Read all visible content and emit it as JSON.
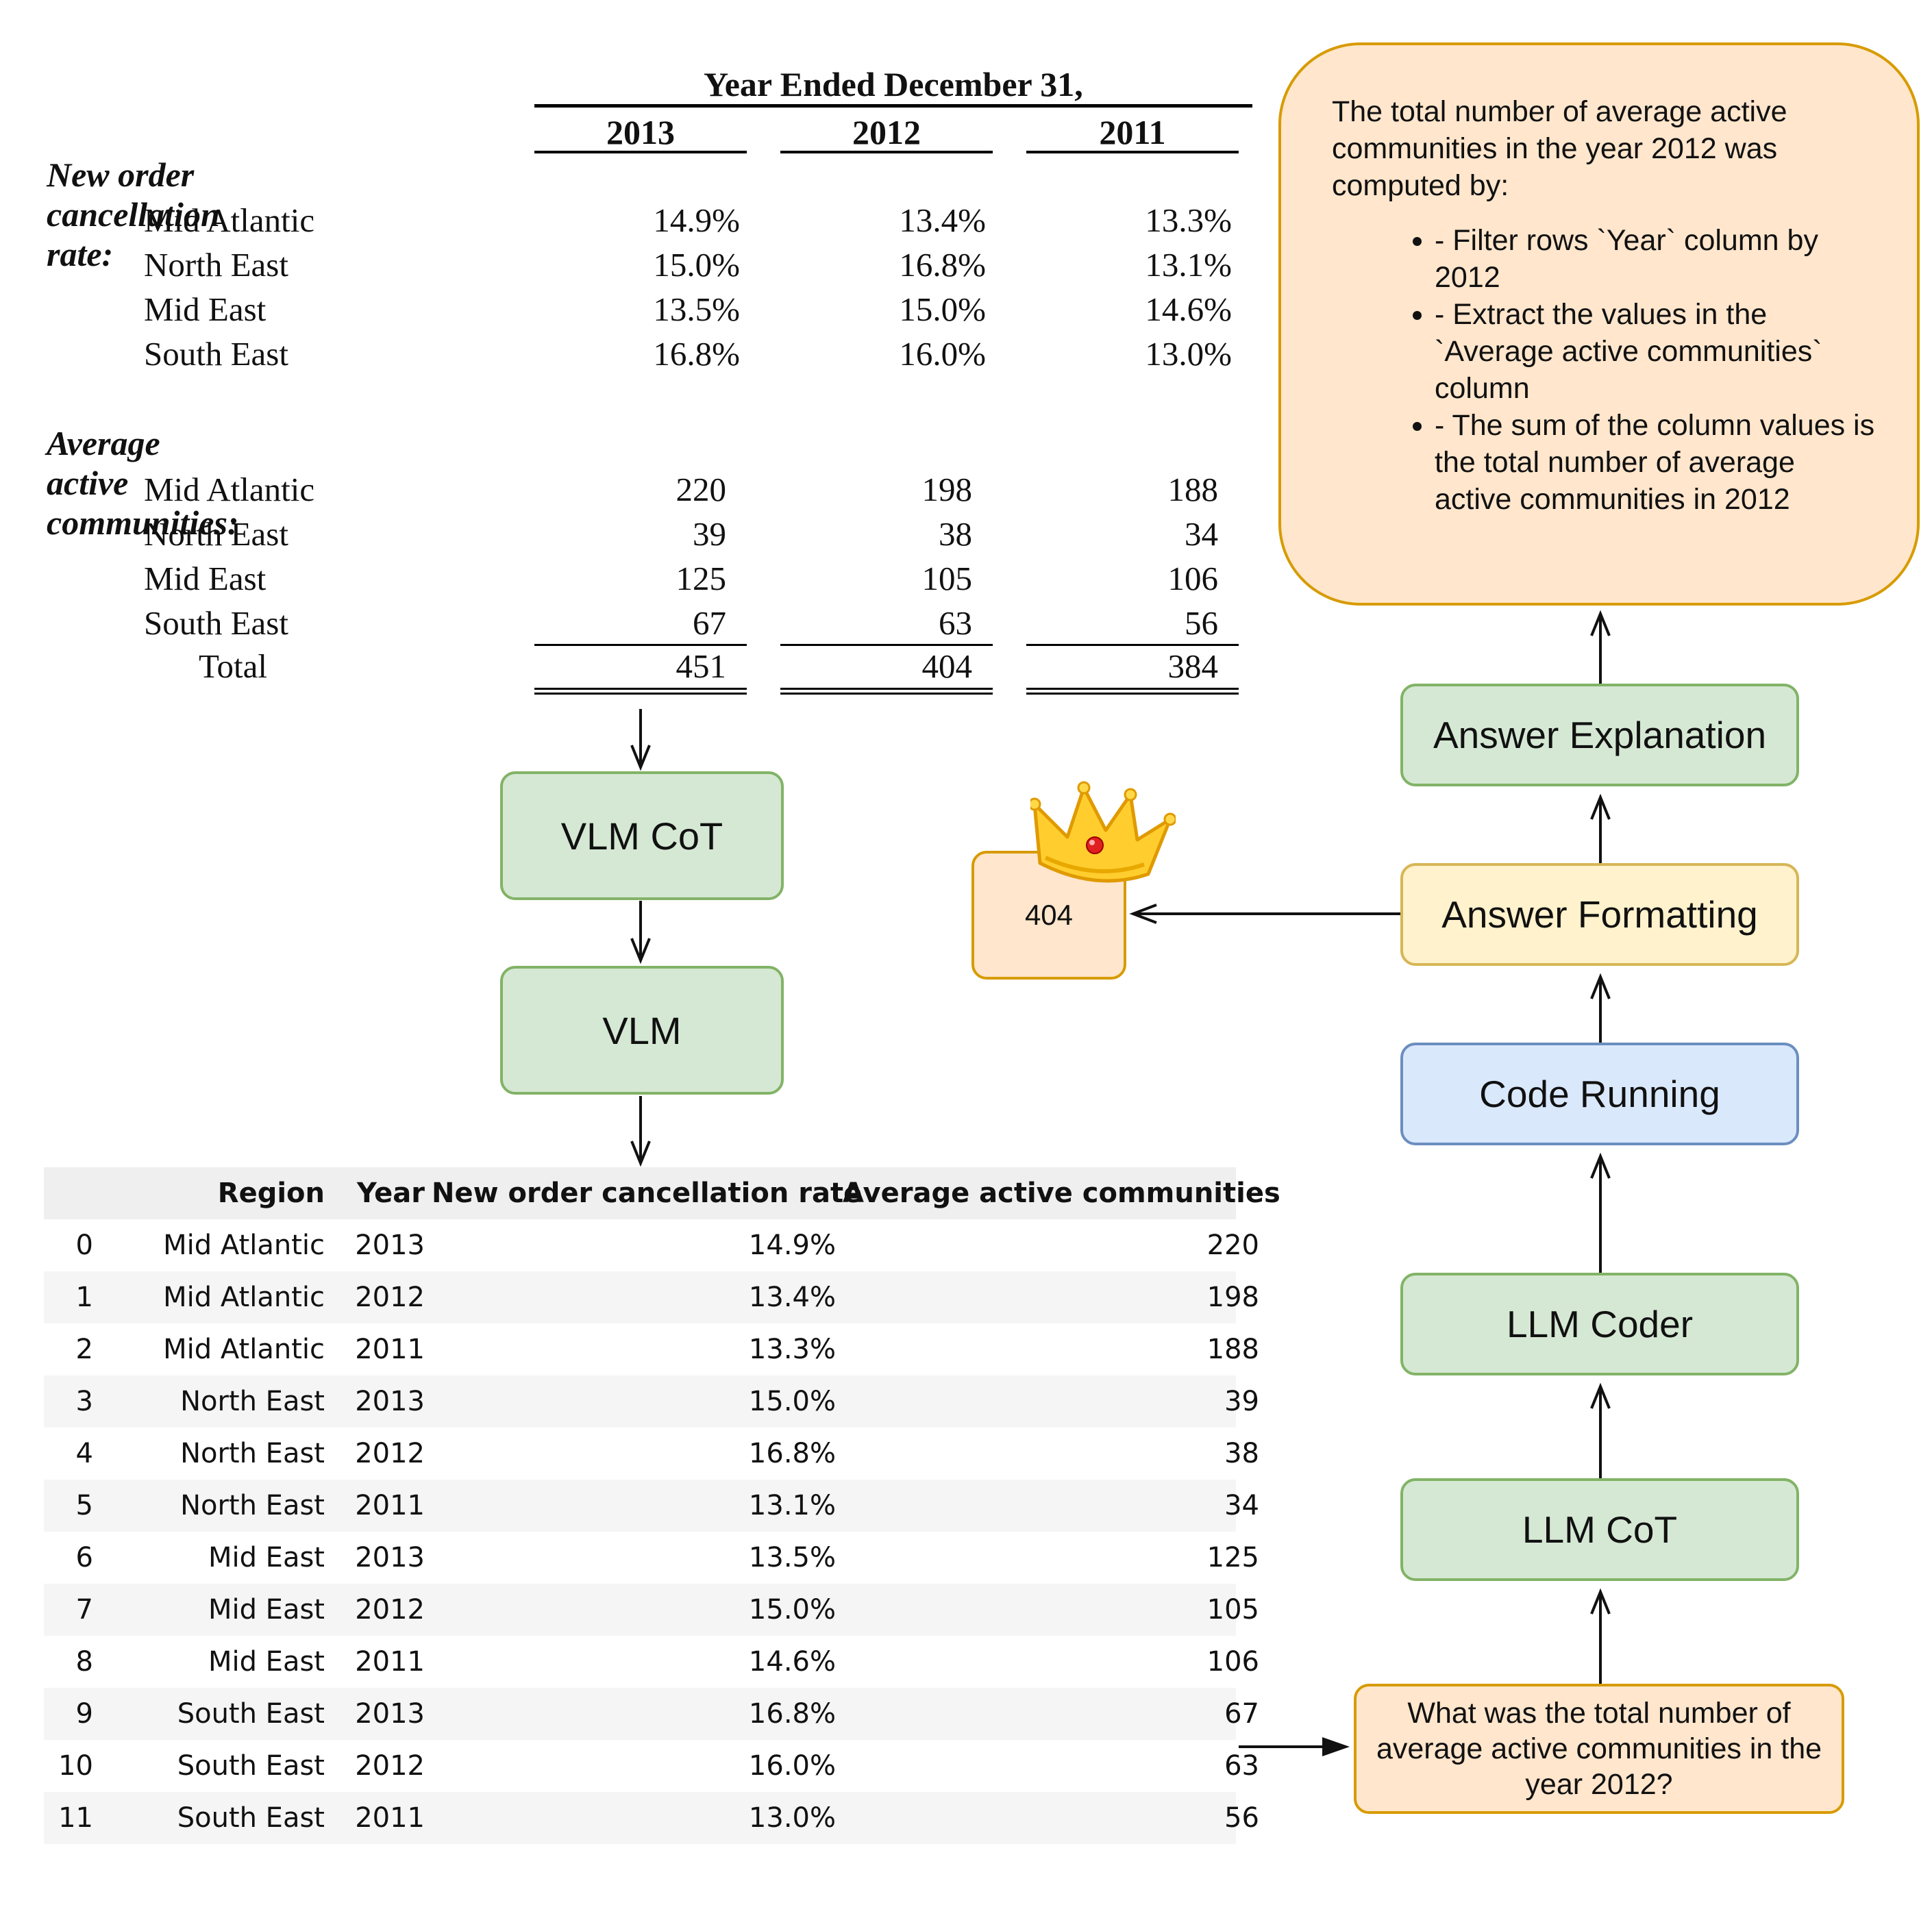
{
  "financial_table": {
    "header": "Year Ended December 31,",
    "years": [
      "2013",
      "2012",
      "2011"
    ],
    "cancellation_title": "New order cancellation rate:",
    "cancellation_rows": [
      {
        "region": "Mid Atlantic",
        "values": [
          "14.9%",
          "13.4%",
          "13.3%"
        ]
      },
      {
        "region": "North East",
        "values": [
          "15.0%",
          "16.8%",
          "13.1%"
        ]
      },
      {
        "region": "Mid East",
        "values": [
          "13.5%",
          "15.0%",
          "14.6%"
        ]
      },
      {
        "region": "South East",
        "values": [
          "16.8%",
          "16.0%",
          "13.0%"
        ]
      }
    ],
    "communities_title": "Average active communities:",
    "communities_rows": [
      {
        "region": "Mid Atlantic",
        "values": [
          "220",
          "198",
          "188"
        ]
      },
      {
        "region": "North East",
        "values": [
          "39",
          "38",
          "34"
        ]
      },
      {
        "region": "Mid East",
        "values": [
          "125",
          "105",
          "106"
        ]
      },
      {
        "region": "South East",
        "values": [
          "67",
          "63",
          "56"
        ]
      }
    ],
    "total": {
      "label": "Total",
      "values": [
        "451",
        "404",
        "384"
      ]
    }
  },
  "dataframe": {
    "columns": [
      "Region",
      "Year",
      "New order cancellation rate",
      "Average active communities"
    ],
    "rows": [
      {
        "index": "0",
        "region": "Mid Atlantic",
        "year": "2013",
        "rate": "14.9%",
        "avg": "220"
      },
      {
        "index": "1",
        "region": "Mid Atlantic",
        "year": "2012",
        "rate": "13.4%",
        "avg": "198"
      },
      {
        "index": "2",
        "region": "Mid Atlantic",
        "year": "2011",
        "rate": "13.3%",
        "avg": "188"
      },
      {
        "index": "3",
        "region": "North East",
        "year": "2013",
        "rate": "15.0%",
        "avg": "39"
      },
      {
        "index": "4",
        "region": "North East",
        "year": "2012",
        "rate": "16.8%",
        "avg": "38"
      },
      {
        "index": "5",
        "region": "North East",
        "year": "2011",
        "rate": "13.1%",
        "avg": "34"
      },
      {
        "index": "6",
        "region": "Mid East",
        "year": "2013",
        "rate": "13.5%",
        "avg": "125"
      },
      {
        "index": "7",
        "region": "Mid East",
        "year": "2012",
        "rate": "15.0%",
        "avg": "105"
      },
      {
        "index": "8",
        "region": "Mid East",
        "year": "2011",
        "rate": "14.6%",
        "avg": "106"
      },
      {
        "index": "9",
        "region": "South East",
        "year": "2013",
        "rate": "16.8%",
        "avg": "67"
      },
      {
        "index": "10",
        "region": "South East",
        "year": "2012",
        "rate": "16.0%",
        "avg": "63"
      },
      {
        "index": "11",
        "region": "South East",
        "year": "2011",
        "rate": "13.0%",
        "avg": "56"
      }
    ]
  },
  "flow": {
    "vlm_cot": "VLM CoT",
    "vlm": "VLM",
    "question": "What was the total number of average active communities in the year 2012?",
    "llm_cot": "LLM CoT",
    "llm_coder": "LLM Coder",
    "code_running": "Code Running",
    "answer_formatting": "Answer Formatting",
    "answer_explanation": "Answer Explanation",
    "answer": "404",
    "answer_icon": "crown-icon"
  },
  "explanation": {
    "intro": "The total number of average active communities in the year 2012 was computed by:",
    "steps": [
      "- Filter rows `Year` column by 2012",
      "- Extract the values in the `Average active communities` column",
      "- The sum of the column values is the total number of average active communities in 2012"
    ]
  },
  "colors": {
    "green_fill": "#d5e8d4",
    "green_stroke": "#82b366",
    "yellow_fill": "#fff2cc",
    "yellow_stroke": "#d6b656",
    "blue_fill": "#dae8fc",
    "blue_stroke": "#6c8ebf",
    "orange_fill": "#ffe6cc",
    "orange_stroke": "#d79b00"
  }
}
